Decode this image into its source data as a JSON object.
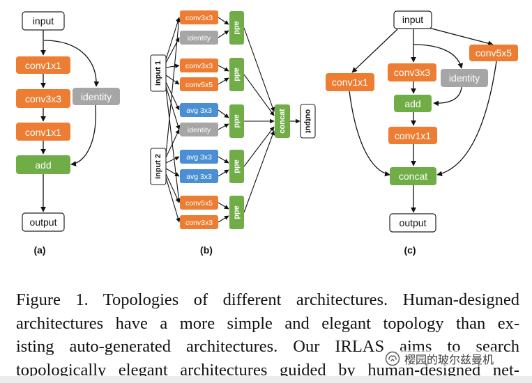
{
  "figure": {
    "panel_a": {
      "label": "(a)",
      "input": "input",
      "conv1": "conv1x1",
      "conv2": "conv3x3",
      "conv3": "conv1x1",
      "identity": "identity",
      "add": "add",
      "output": "output"
    },
    "panel_b": {
      "label": "(b)",
      "input1": "input 1",
      "input2": "input 2",
      "n1": "conv3x3",
      "n2": "identity",
      "n3": "conv3x3",
      "n4": "conv5x5",
      "n5": "avg 3x3",
      "n6": "identity",
      "n7": "avg 3x3",
      "n8": "avg 3x3",
      "n9": "conv5x5",
      "n10": "conv3x3",
      "add1": "add",
      "add2": "add",
      "add3": "add",
      "add4": "add",
      "add5": "add",
      "concat": "concat",
      "output": "output"
    },
    "panel_c": {
      "label": "(c)",
      "input": "input",
      "conv1x1_left": "conv1x1",
      "conv3x3": "conv3x3",
      "identity": "identity",
      "conv5x5": "conv5x5",
      "add": "add",
      "conv1x1_mid": "conv1x1",
      "concat": "concat",
      "output": "output"
    },
    "colors": {
      "conv": "#ec7d33",
      "identity": "#a6a6a6",
      "add": "#70ad47",
      "avg": "#4a8fd4",
      "io_border": "#222222"
    }
  },
  "caption": {
    "line1": "Figure 1. Topologies of different architectures. Human-designed",
    "line2": "architectures have a more simple and elegant topology than ex-",
    "line3": "isting auto-generated architectures. Our IRLAS aims to search",
    "line4": "topologically elegant architectures guided by human-designed net-"
  },
  "watermark": {
    "text": "樱园的玻尔兹曼机",
    "icon": "wechat-channel-icon"
  }
}
